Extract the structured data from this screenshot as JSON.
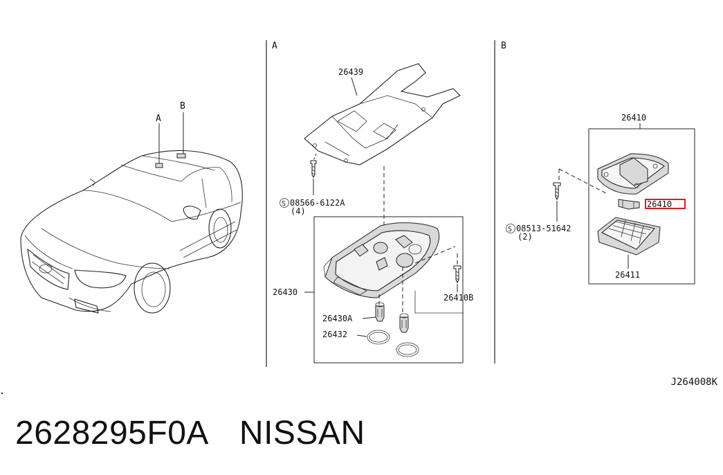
{
  "sections": {
    "a": "A",
    "b": "B"
  },
  "car": {
    "marker_a": "A",
    "marker_b": "B"
  },
  "panel_a": {
    "part_26439": "26439",
    "screw_ref": "S",
    "screw_part": "08566-6122A",
    "screw_qty": "(4)",
    "part_26430": "26430",
    "part_26410b": "26410B",
    "part_26430a": "26430A",
    "part_26432": "26432"
  },
  "panel_b": {
    "part_26410": "26410",
    "part_26410_highlight": "26410",
    "screw_ref": "S",
    "screw_part": "08513-51642",
    "screw_qty": "(2)",
    "part_26411": "26411"
  },
  "diagram_code": "J264008K",
  "footer": {
    "part_number": "2628295F0A",
    "brand": "NISSAN"
  },
  "colors": {
    "highlight": "#e00000",
    "line": "#222222"
  }
}
